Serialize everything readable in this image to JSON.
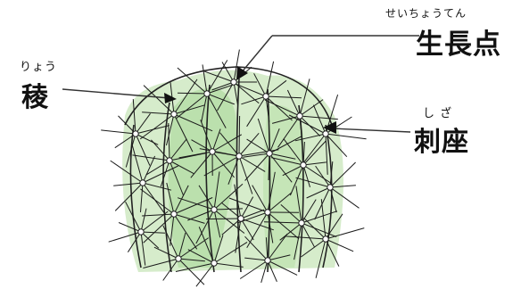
{
  "labels": {
    "ryo": {
      "ruby": "りょう",
      "text": "稜"
    },
    "seichoten": {
      "ruby": "せいちょうてん",
      "text": "生長点"
    },
    "shiza": {
      "ruby": "し ざ",
      "text": "刺座"
    }
  },
  "colors": {
    "ink": "#111111",
    "body_green": "#bfe3b2",
    "body_green_dark": "#9ccf8e",
    "leader": "#333333"
  }
}
